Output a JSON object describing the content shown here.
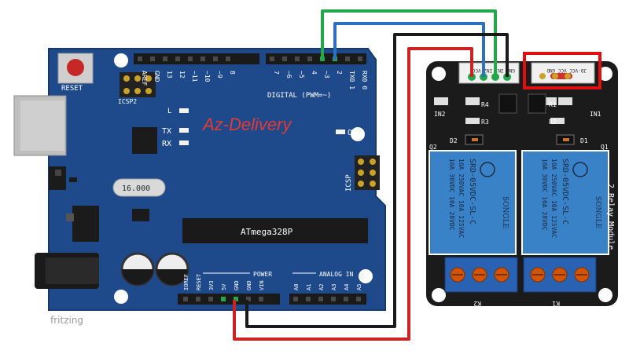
{
  "arduino": {
    "reset_label": "RESET",
    "icsp2_label": "ICSP2",
    "icsp_label": "ICSP",
    "brand_label": "Az-Delivery",
    "on_label": "ON",
    "l_label": "L",
    "tx_label": "TX",
    "rx_label": "RX",
    "crystal_label": "16.000",
    "chip_label": "ATmega328P",
    "digital_label": "DIGITAL (PWM=~)",
    "power_label": "POWER",
    "analog_label": "ANALOG IN",
    "top_pins": [
      "AREF",
      "GND",
      "13",
      "12",
      "~11",
      "~10",
      "~9",
      "8",
      "7",
      "~6",
      "~5",
      "4",
      "~3",
      "2",
      "TX0 1",
      "RX0 0"
    ],
    "bottom_pins": [
      "IOREF",
      "RESET",
      "3V3",
      "5V",
      "GND",
      "GND",
      "VIN",
      "A0",
      "A1",
      "A2",
      "A3",
      "A4",
      "A5"
    ]
  },
  "relay": {
    "header_label": "GND IN1 IN2 VCC",
    "jumper_label": "JD-VCC VCC GND",
    "side_label": "2 Relay Module",
    "relay_text": [
      "SRD-05VDC-SL-C",
      "10A 250VAC 10A 125VAC",
      "10A 30VDC 10A 28VDC",
      "SONGLE"
    ],
    "refs": [
      "R4",
      "R1",
      "R3",
      "R2",
      "IN2",
      "IN1",
      "D2",
      "D1",
      "Q2",
      "Q1",
      "K2",
      "K1"
    ]
  },
  "watermark": "fritzing",
  "colors": {
    "board": "#1e4a8c",
    "relay_board": "#1b1b1b",
    "relay_body": "#3a82c7",
    "terminal": "#2a62b3",
    "wire_green": "#22a84a",
    "wire_blue": "#2d6fc1",
    "wire_black": "#1a1a1a",
    "wire_red": "#cc2222",
    "highlight": "#e01010"
  }
}
